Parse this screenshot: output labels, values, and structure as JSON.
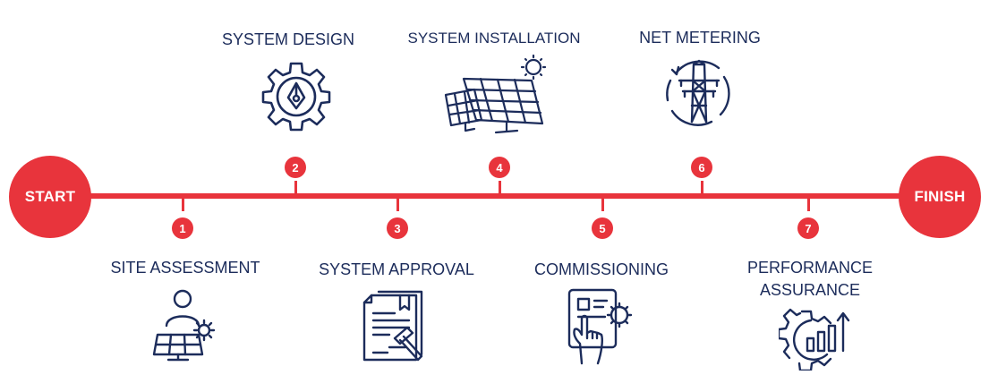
{
  "timeline": {
    "start_label": "START",
    "finish_label": "FINISH",
    "accent_color": "#e8343c",
    "text_color": "#1c2c5b"
  },
  "steps": [
    {
      "number": "1",
      "title": "SITE ASSESSMENT",
      "icon": "site-assessment-icon",
      "position": "below"
    },
    {
      "number": "2",
      "title": "SYSTEM DESIGN",
      "icon": "gear-design-icon",
      "position": "above"
    },
    {
      "number": "3",
      "title": "SYSTEM APPROVAL",
      "icon": "approval-document-gavel-icon",
      "position": "below"
    },
    {
      "number": "4",
      "title": "SYSTEM INSTALLATION",
      "icon": "solar-panels-icon",
      "position": "above"
    },
    {
      "number": "5",
      "title": "COMMISSIONING",
      "icon": "tablet-touch-icon",
      "position": "below"
    },
    {
      "number": "6",
      "title": "NET METERING",
      "icon": "transmission-tower-icon",
      "position": "above"
    },
    {
      "number": "7",
      "title_line1": "PERFORMANCE",
      "title_line2": "ASSURANCE",
      "icon": "performance-gear-chart-icon",
      "position": "below"
    }
  ]
}
